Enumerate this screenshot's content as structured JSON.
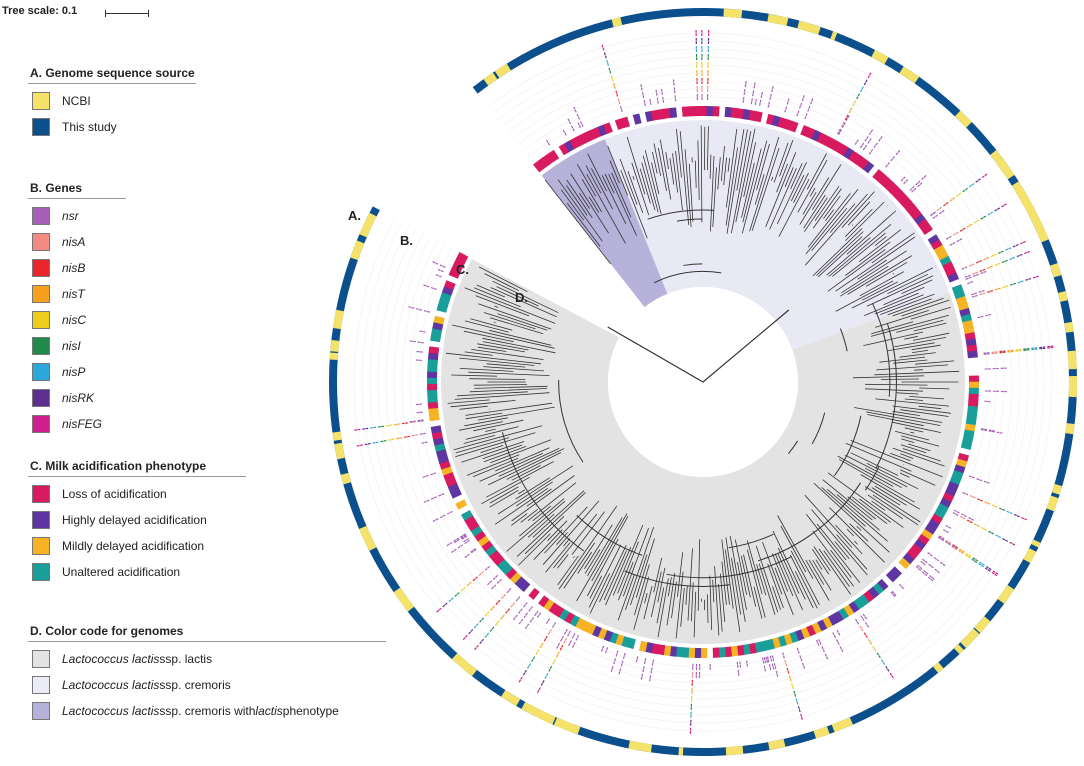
{
  "tree_scale": {
    "label": "Tree scale: 0.1"
  },
  "ring_labels": [
    "A.",
    "B.",
    "C.",
    "D."
  ],
  "legend_a": {
    "title": "A. Genome sequence source",
    "items": [
      {
        "label": "NCBI",
        "color": "#f5e26a"
      },
      {
        "label": "This study",
        "color": "#0b4f8c"
      }
    ]
  },
  "legend_b": {
    "title": "B. Genes",
    "items": [
      {
        "label": "nsr",
        "color": "#a561b8"
      },
      {
        "label": "nisA",
        "color": "#f28b82"
      },
      {
        "label": "nisB",
        "color": "#e8262b"
      },
      {
        "label": "nisT",
        "color": "#f7a01f"
      },
      {
        "label": "nisC",
        "color": "#eccf1d"
      },
      {
        "label": "nisI",
        "color": "#1f8a4c"
      },
      {
        "label": "nisP",
        "color": "#2ba8d9"
      },
      {
        "label": "nisRK",
        "color": "#5d2f8e"
      },
      {
        "label": "nisFEG",
        "color": "#cf1f8c"
      }
    ]
  },
  "legend_c": {
    "title": "C. Milk acidification phenotype",
    "items": [
      {
        "label": "Loss of acidification",
        "color": "#d81b60"
      },
      {
        "label": "Highly delayed acidification",
        "color": "#5e35a1"
      },
      {
        "label": "Mildly delayed acidification",
        "color": "#f5b325"
      },
      {
        "label": "Unaltered acidification",
        "color": "#1a9e9a"
      }
    ]
  },
  "legend_d": {
    "title": "D. Color code for genomes",
    "items": [
      {
        "italic": "Lactococcus lactis",
        "rest": " ssp. lactis",
        "rest_italic": true,
        "color": "#e3e3e3"
      },
      {
        "italic": "Lactococcus lactis",
        "rest": " ssp. cremoris",
        "rest_italic": true,
        "color": "#ececf6"
      },
      {
        "italic": "Lactococcus lactis",
        "rest": " ssp. cremoris with ",
        "rest_italic": false,
        "tail": "lactis",
        "tail2": " phenotype",
        "color": "#b6b2da"
      }
    ]
  },
  "clade_colors": {
    "lactis": "#e3e3e3",
    "cremoris": "#e9e9f6",
    "cremoris_lactis": "#b6b2da"
  },
  "ring_colors": {
    "source_ncbi": "#f5e26a",
    "source_study": "#0b4f8c"
  }
}
